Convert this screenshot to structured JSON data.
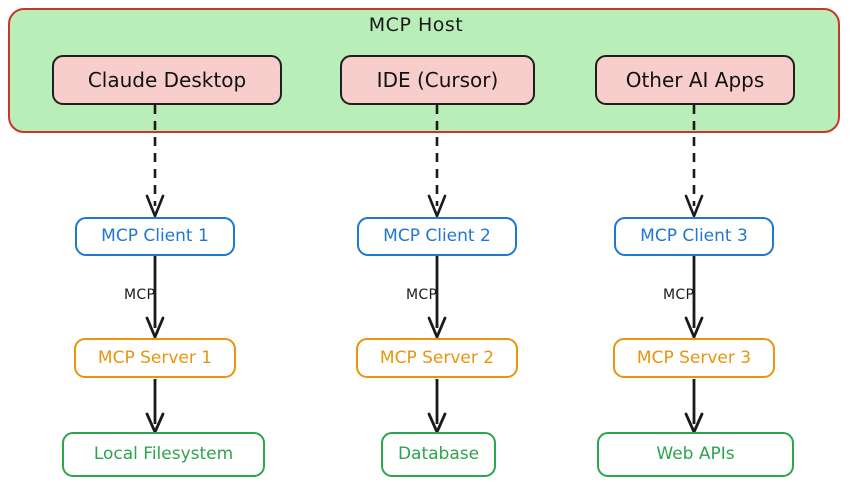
{
  "diagram": {
    "title": "MCP Host",
    "background_color": "#ffffff",
    "host": {
      "label": "MCP Host",
      "fill_color": "#b9eeb9",
      "border_color": "#c0392b"
    },
    "palette": {
      "app_fill": "#f8cecc",
      "app_border": "#1f1f1f",
      "client_border": "#1f77d0",
      "client_text": "#1f77d0",
      "server_border": "#e8940c",
      "server_text": "#e8940c",
      "resource_border": "#2da44e",
      "resource_text": "#2da44e",
      "edge_color": "#1a1a1a"
    },
    "columns": [
      {
        "app": "Claude Desktop",
        "client": "MCP Client 1",
        "protocol_label": "MCP",
        "server": "MCP Server 1",
        "resource": "Local Filesystem"
      },
      {
        "app": "IDE (Cursor)",
        "client": "MCP Client 2",
        "protocol_label": "MCP",
        "server": "MCP Server 2",
        "resource": "Database"
      },
      {
        "app": "Other AI Apps",
        "client": "MCP Client 3",
        "protocol_label": "MCP",
        "server": "MCP Server 3",
        "resource": "Web APIs"
      }
    ],
    "edges": [
      {
        "from": "Claude Desktop",
        "to": "MCP Client 1",
        "style": "dashed",
        "label": ""
      },
      {
        "from": "IDE (Cursor)",
        "to": "MCP Client 2",
        "style": "dashed",
        "label": ""
      },
      {
        "from": "Other AI Apps",
        "to": "MCP Client 3",
        "style": "dashed",
        "label": ""
      },
      {
        "from": "MCP Client 1",
        "to": "MCP Server 1",
        "style": "solid",
        "label": "MCP"
      },
      {
        "from": "MCP Client 2",
        "to": "MCP Server 2",
        "style": "solid",
        "label": "MCP"
      },
      {
        "from": "MCP Client 3",
        "to": "MCP Server 3",
        "style": "solid",
        "label": "MCP"
      },
      {
        "from": "MCP Server 1",
        "to": "Local Filesystem",
        "style": "solid",
        "label": ""
      },
      {
        "from": "MCP Server 2",
        "to": "Database",
        "style": "solid",
        "label": ""
      },
      {
        "from": "MCP Server 3",
        "to": "Web APIs",
        "style": "solid",
        "label": ""
      }
    ]
  }
}
